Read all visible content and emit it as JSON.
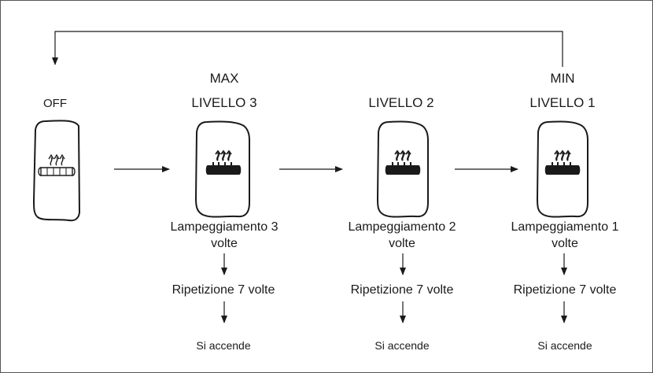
{
  "states": [
    {
      "id": "off",
      "top_label": "",
      "level_label": "OFF",
      "blink_line1": "",
      "blink_line2": "",
      "repeat": "",
      "result": "",
      "icon": "heated-grip-icon-outline"
    },
    {
      "id": "level3",
      "top_label": "MAX",
      "level_label": "LIVELLO 3",
      "blink_line1": "Lampeggiamento 3",
      "blink_line2": "volte",
      "repeat": "Ripetizione 7 volte",
      "result": "Si accende",
      "icon": "heated-grip-icon-filled"
    },
    {
      "id": "level2",
      "top_label": "",
      "level_label": "LIVELLO 2",
      "blink_line1": "Lampeggiamento 2",
      "blink_line2": "volte",
      "repeat": "Ripetizione 7 volte",
      "result": "Si accende",
      "icon": "heated-grip-icon-filled"
    },
    {
      "id": "level1",
      "top_label": "MIN",
      "level_label": "LIVELLO 1",
      "blink_line1": "Lampeggiamento 1",
      "blink_line2": "volte",
      "repeat": "Ripetizione 7 volte",
      "result": "Si accende",
      "icon": "heated-grip-icon-filled"
    }
  ],
  "colors": {
    "line": "#1a1a1a",
    "border": "#555555",
    "background": "#ffffff"
  }
}
